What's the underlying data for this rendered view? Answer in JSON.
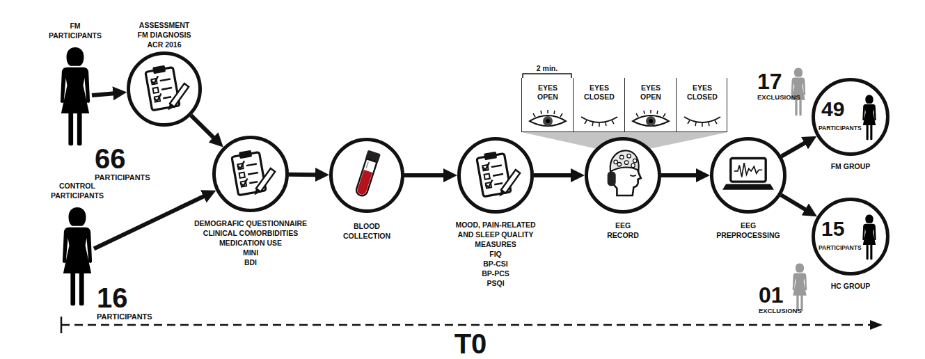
{
  "diagram": {
    "nodes": [
      {
        "text": [
          "FM PARTICIPANTS",
          "66",
          "PARTICIPANTS"
        ]
      },
      {
        "text": [
          "ASSESSMENT FM DIAGNOSIS ACR 2016"
        ]
      },
      {
        "text": [
          "CONTROL PARTICIPANTS",
          "16",
          "PARTICIPANTS"
        ]
      },
      {
        "text": [
          "DEMOGRAFIC QUESTIONNAIRE",
          "CLINICAL COMORBIDITIES",
          "MEDICATION USE",
          "MINI",
          "BDI"
        ]
      },
      {
        "text": [
          "BLOOD COLLECTION"
        ]
      },
      {
        "text": [
          "MOOD, PAIN-RELATED AND SLEEP QUALITY MEASURES",
          "FIQ",
          "BP-CSI",
          "BP-PCS",
          "PSQI"
        ]
      },
      {
        "text": [
          "EYES OPEN"
        ]
      },
      {
        "text": [
          "EYES CLOSED"
        ]
      },
      {
        "text": [
          "EYES OPEN"
        ]
      },
      {
        "text": [
          "EYES CLOSED"
        ]
      },
      {
        "text": [
          "EEG RECORD"
        ]
      },
      {
        "text": [
          "EEG PREPROCESSING"
        ]
      },
      {
        "text": [
          "17",
          "EXCLUSIONS"
        ]
      },
      {
        "text": [
          "49",
          "PARTICIPANTS",
          "FM GROUP"
        ]
      },
      {
        "text": [
          "15",
          "PARTICIPANTS",
          "HC GROUP"
        ]
      },
      {
        "text": [
          "01",
          "EXCLUSIONS"
        ]
      }
    ],
    "edges": [
      {
        "from": 0,
        "to": 1,
        "arrow": "to"
      },
      {
        "from": 1,
        "to": 3,
        "arrow": "to"
      },
      {
        "from": 2,
        "to": 3,
        "arrow": "to"
      },
      {
        "from": 3,
        "to": 4,
        "arrow": "to"
      },
      {
        "from": 4,
        "to": 5,
        "arrow": "to"
      },
      {
        "from": 5,
        "to": 10,
        "arrow": "to"
      },
      {
        "from": 10,
        "to": 11,
        "arrow": "to"
      },
      {
        "from": 11,
        "to": 13,
        "arrow": "to"
      },
      {
        "from": 11,
        "to": 14,
        "arrow": "to"
      }
    ],
    "labels": [
      "2 min.",
      "T0"
    ]
  }
}
